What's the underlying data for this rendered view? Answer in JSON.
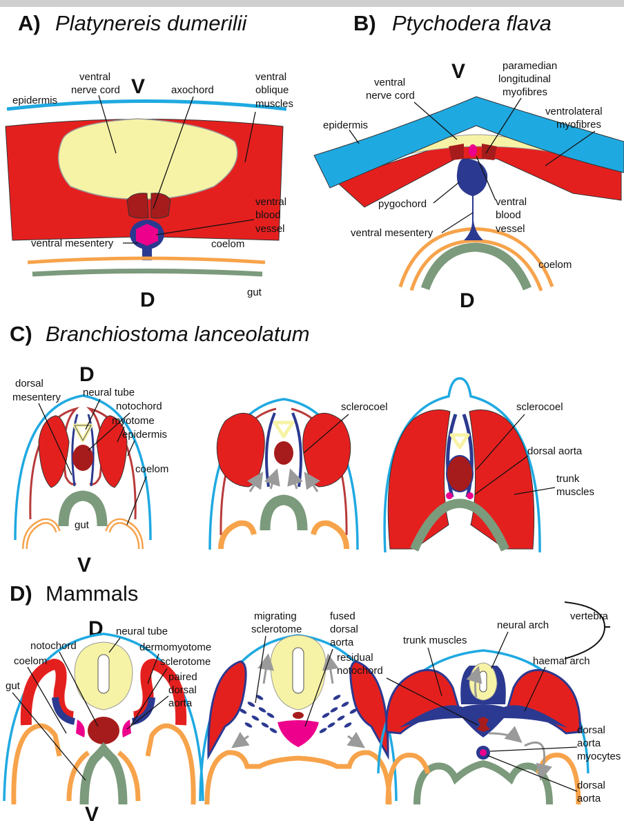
{
  "colors": {
    "epidermis_blue": "#1fa9e1",
    "muscle_red": "#e4201f",
    "dark_red": "#a61c1c",
    "nerve_yellow": "#f7f3a6",
    "chord_blue": "#2b3990",
    "vessel_magenta": "#ec008c",
    "coelom_orange": "#f7a34b",
    "gut_green": "#7c9a7c",
    "arrow_gray": "#9a9a9a"
  },
  "panelA": {
    "letter": "A)",
    "species": "Platynereis dumerilii",
    "axis_top": "V",
    "axis_bottom": "D",
    "labels": {
      "epidermis": "epidermis",
      "vnc": [
        "ventral",
        "nerve cord"
      ],
      "axochord": "axochord",
      "oblique": [
        "ventral",
        "oblique",
        "muscles"
      ],
      "vbv": [
        "ventral",
        "blood",
        "vessel"
      ],
      "mesentery": "ventral mesentery",
      "coelom": "coelom",
      "gut": "gut"
    }
  },
  "panelB": {
    "letter": "B)",
    "species": "Ptychodera flava",
    "axis_top": "V",
    "axis_bottom": "D",
    "labels": {
      "vnc": [
        "ventral",
        "nerve cord"
      ],
      "paramedian": [
        "paramedian",
        "longitudinal",
        "myofibres"
      ],
      "ventrolateral": [
        "ventrolateral",
        "myofibres"
      ],
      "epidermis": "epidermis",
      "pygochord": "pygochord",
      "vbv": [
        "ventral",
        "blood",
        "vessel"
      ],
      "mesentery": "ventral mesentery",
      "coelom": "coelom"
    }
  },
  "panelC": {
    "letter": "C)",
    "species": "Branchiostoma lanceolatum",
    "axis_top": "D",
    "axis_bottom": "V",
    "labels": {
      "dorsal_mesentery": [
        "dorsal",
        "mesentery"
      ],
      "neural_tube": "neural tube",
      "notochord": "notochord",
      "myotome": "myotome",
      "epidermis": "epidermis",
      "coelom": "coelom",
      "gut": "gut",
      "sclerocoel_1": "sclerocoel",
      "sclerocoel_2": "sclerocoel",
      "dorsal_aorta": "dorsal aorta",
      "trunk_muscles": [
        "trunk",
        "muscles"
      ]
    }
  },
  "panelD": {
    "letter": "D)",
    "title": "Mammals",
    "axis_top": "D",
    "axis_bottom": "V",
    "labels": {
      "notochord": "notochord",
      "neural_tube": "neural tube",
      "dermomyotome": "dermomyotome",
      "coelom": "coelom",
      "sclerotome": "sclerotome",
      "gut": "gut",
      "paired_aorta": [
        "paired",
        "dorsal",
        "aorta"
      ],
      "migrating": [
        "migrating",
        "sclerotome"
      ],
      "fused_aorta": [
        "fused",
        "dorsal",
        "aorta"
      ],
      "residual": [
        "residual",
        "notochord"
      ],
      "trunk_muscles": "trunk muscles",
      "neural_arch": "neural arch",
      "vertebra": "vertebra",
      "haemal_arch": "haemal arch",
      "aorta_myocytes": [
        "dorsal",
        "aorta",
        "myocytes"
      ],
      "dorsal_aorta": [
        "dorsal",
        "aorta"
      ]
    }
  }
}
